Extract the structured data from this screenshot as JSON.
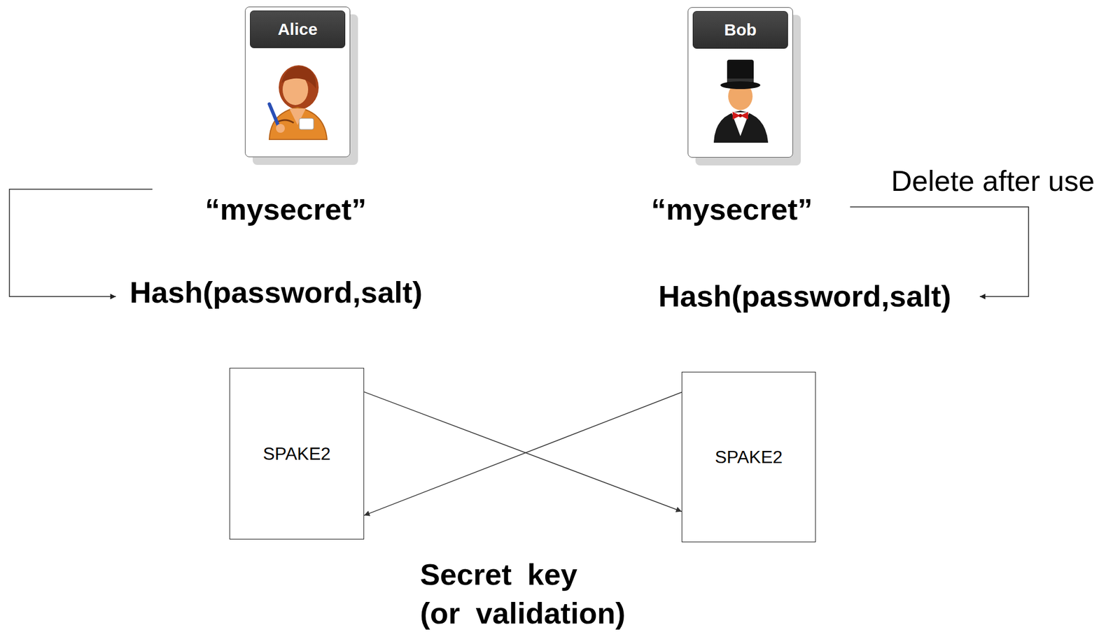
{
  "diagram": {
    "nodes": [
      {
        "text": [
          "Alice"
        ]
      },
      {
        "text": [
          "Bob"
        ]
      },
      {
        "text": [
          "SPAKE2"
        ]
      },
      {
        "text": [
          "SPAKE2"
        ]
      }
    ],
    "edges": [
      {
        "from": 2,
        "to": 3,
        "arrow": "to"
      },
      {
        "from": 3,
        "to": 2,
        "arrow": "to"
      }
    ],
    "labels": [
      "“mysecret”",
      "“mysecret”",
      "Delete after use",
      "Hash(password,salt)",
      "Hash(password,salt)",
      "Secret key (or validation)"
    ]
  }
}
